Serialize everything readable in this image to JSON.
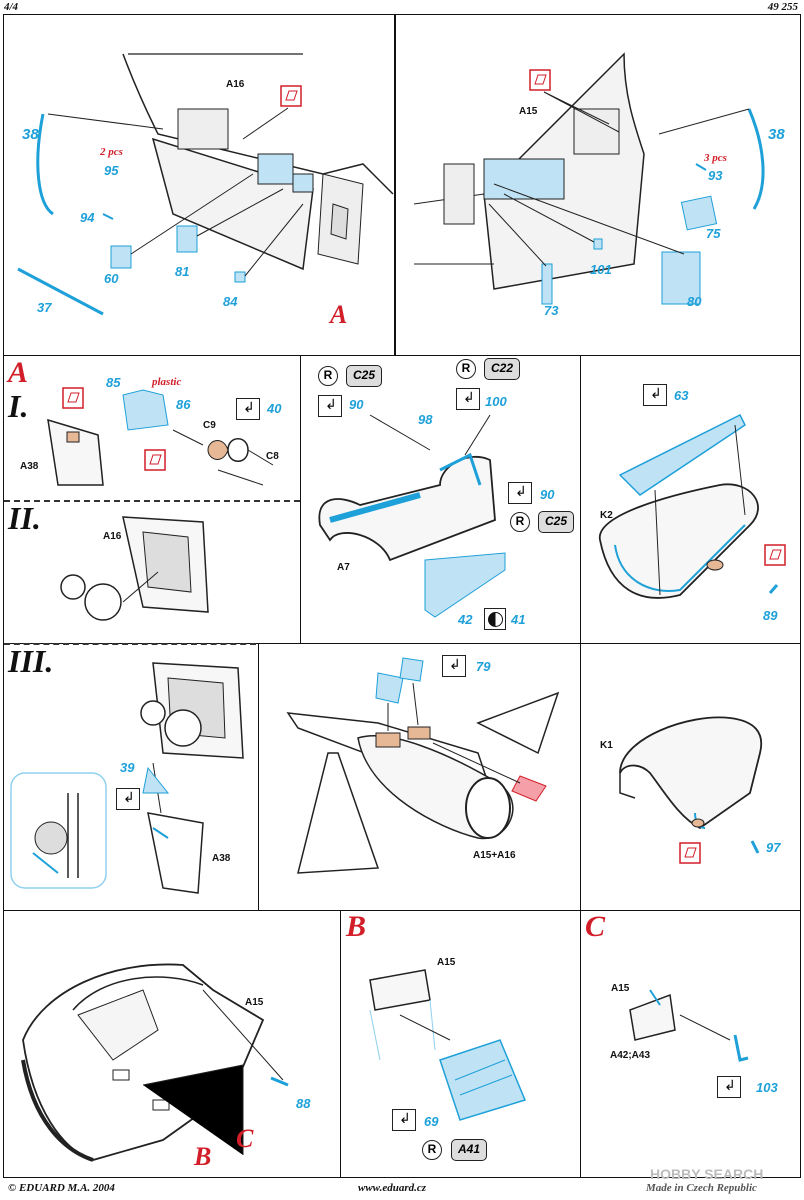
{
  "header": {
    "page": "4/4",
    "code": "49 255"
  },
  "footer": {
    "copyright": "© EDUARD  M.A. 2004",
    "website": "www.eduard.cz",
    "made": "Made in Czech Republic",
    "watermark": "HOBBY SEARCH"
  },
  "top_left": {
    "labels": [
      "A16",
      "2 pcs",
      "38",
      "95",
      "94",
      "60",
      "81",
      "84",
      "37"
    ],
    "callout": "A"
  },
  "top_right": {
    "labels": [
      "A15",
      "3 pcs",
      "93",
      "38",
      "75",
      "101",
      "73",
      "80"
    ]
  },
  "section_a": {
    "letter": "A",
    "step1": "I.",
    "step2": "II.",
    "step3": "III.",
    "plastic": "plastic",
    "parts": [
      "85",
      "86",
      "40",
      "C9",
      "C8",
      "A38",
      "A16",
      "39",
      "A38"
    ]
  },
  "canopy_mid": {
    "tags": [
      "C25",
      "C22",
      "C25"
    ],
    "parts": [
      "90",
      "98",
      "100",
      "90",
      "A7",
      "42",
      "41"
    ]
  },
  "canopy_right": {
    "parts": [
      "63",
      "K2",
      "89"
    ]
  },
  "intake": {
    "parts": [
      "79",
      "A15+A16"
    ]
  },
  "k1": {
    "parts": [
      "K1",
      "97"
    ]
  },
  "nose": {
    "parts": [
      "A15",
      "88"
    ],
    "callouts": [
      "C",
      "B"
    ]
  },
  "section_b": {
    "letter": "B",
    "parts": [
      "A15",
      "69"
    ],
    "tag": "A41"
  },
  "section_c": {
    "letter": "C",
    "parts": [
      "A15",
      "A42;A43",
      "103"
    ]
  },
  "colors": {
    "pe_blue": "#1ea0d8",
    "highlight": "#d21e28",
    "fill_blue": "#bfe2f5"
  }
}
